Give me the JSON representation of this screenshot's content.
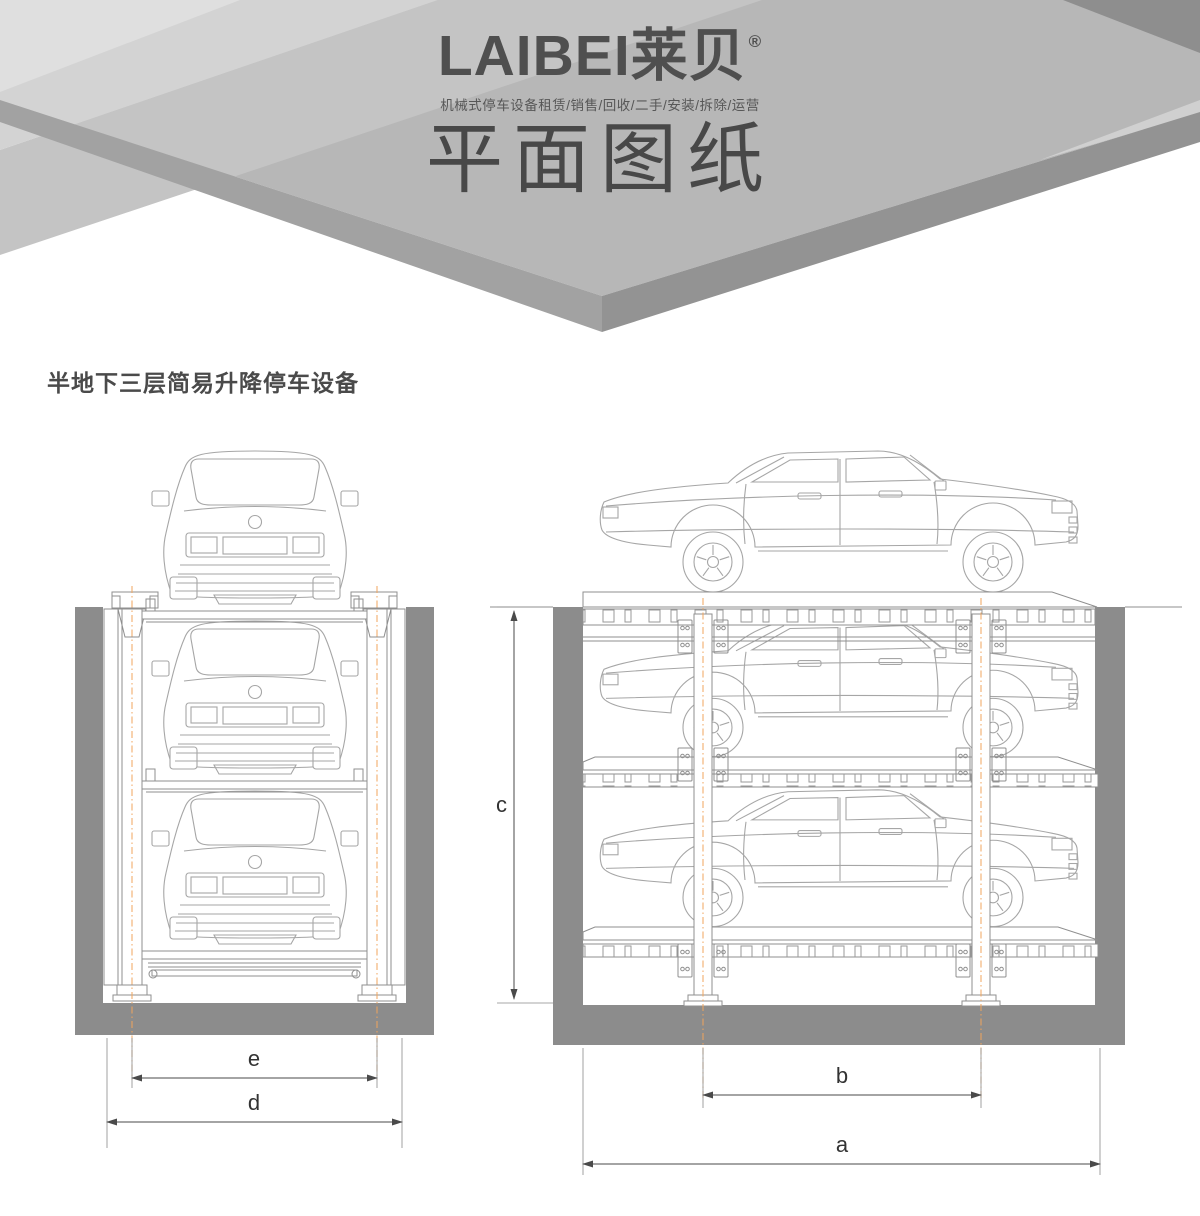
{
  "banner": {
    "logo": "LAIBEI莱贝",
    "registered": "®",
    "tagline": "机械式停车设备租赁/销售/回收/二手/安装/拆除/运营",
    "title": "平面图纸"
  },
  "page": {
    "subtitle": "半地下三层简易升降停车设备"
  },
  "dimensions": {
    "front_inner_width": "e",
    "front_outer_width": "d",
    "side_pit_depth": "c",
    "side_post_spacing": "b",
    "side_pit_width": "a"
  },
  "theme": {
    "pit_wall_gray": "#8c8c8c",
    "structure_line": "#8f8f8f",
    "car_line": "#a6a6a6",
    "centerline_orange": "#f0a55c",
    "dimension_line": "#4a4a4a",
    "banner_lightest": "#dfdfdf",
    "banner_light": "#d3d3d3",
    "banner_mid": "#b7b7b7",
    "banner_wedge": "#c4c4c4",
    "banner_dark_corner": "#8e8e8e",
    "banner_bevel_left": "#a2a2a2",
    "banner_bevel_right": "#939393",
    "text_dark": "#4a4a4a"
  }
}
